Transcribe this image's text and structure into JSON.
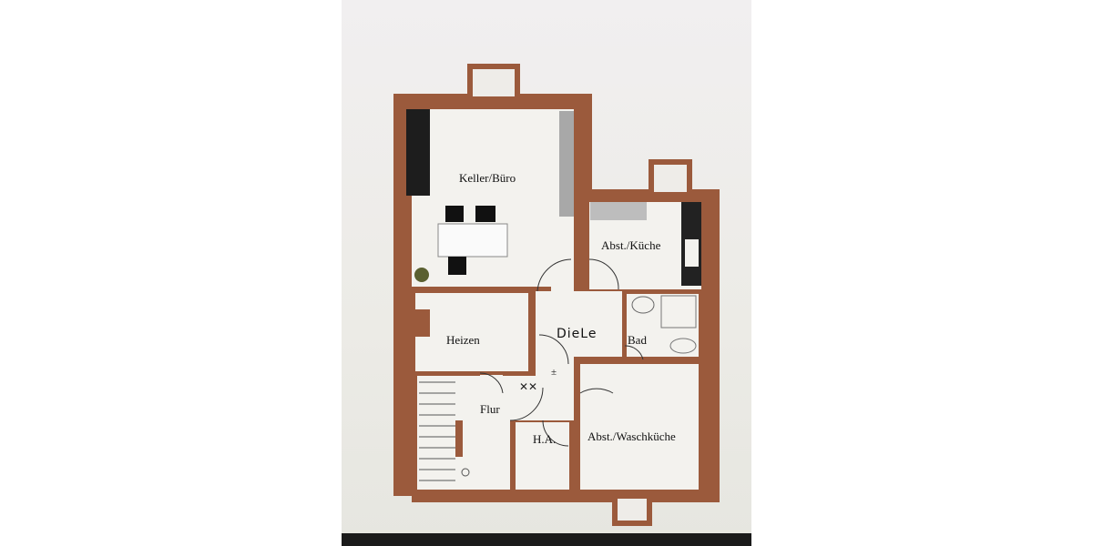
{
  "floorplan": {
    "wall_color": "#9b5a3c",
    "rooms": {
      "keller_buero": "Keller/Büro",
      "kueche": "Abst./Küche",
      "heizen": "Heizen",
      "diele": "DieLe",
      "bad": "Bad",
      "flur": "Flur",
      "ha": "H.A.",
      "waschkueche": "Abst./Waschküche"
    }
  }
}
